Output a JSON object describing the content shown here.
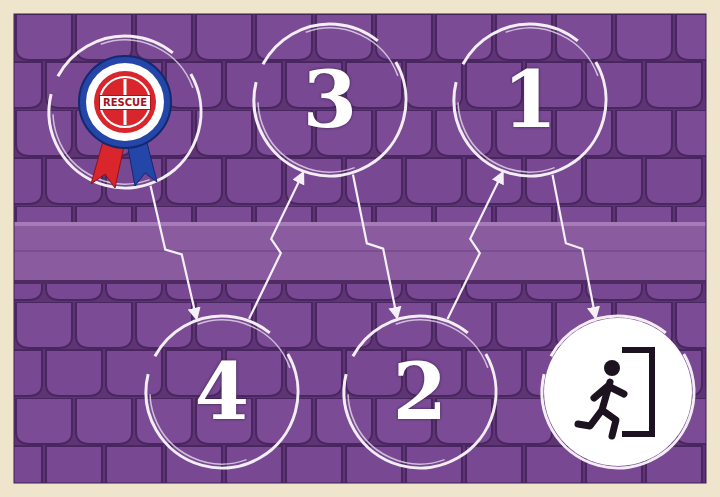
{
  "diagram": {
    "nodes": [
      {
        "text": [
          "RESCUE"
        ]
      },
      {
        "text": [
          "3"
        ]
      },
      {
        "text": [
          "1"
        ]
      },
      {
        "text": [
          "4"
        ]
      },
      {
        "text": [
          "2"
        ]
      },
      {
        "text": []
      }
    ],
    "edges": [
      {
        "from": 0,
        "to": 3,
        "arrow": "to"
      },
      {
        "from": 3,
        "to": 1,
        "arrow": "to"
      },
      {
        "from": 1,
        "to": 4,
        "arrow": "to"
      },
      {
        "from": 4,
        "to": 2,
        "arrow": "to"
      },
      {
        "from": 2,
        "to": 5,
        "arrow": "to"
      }
    ]
  }
}
